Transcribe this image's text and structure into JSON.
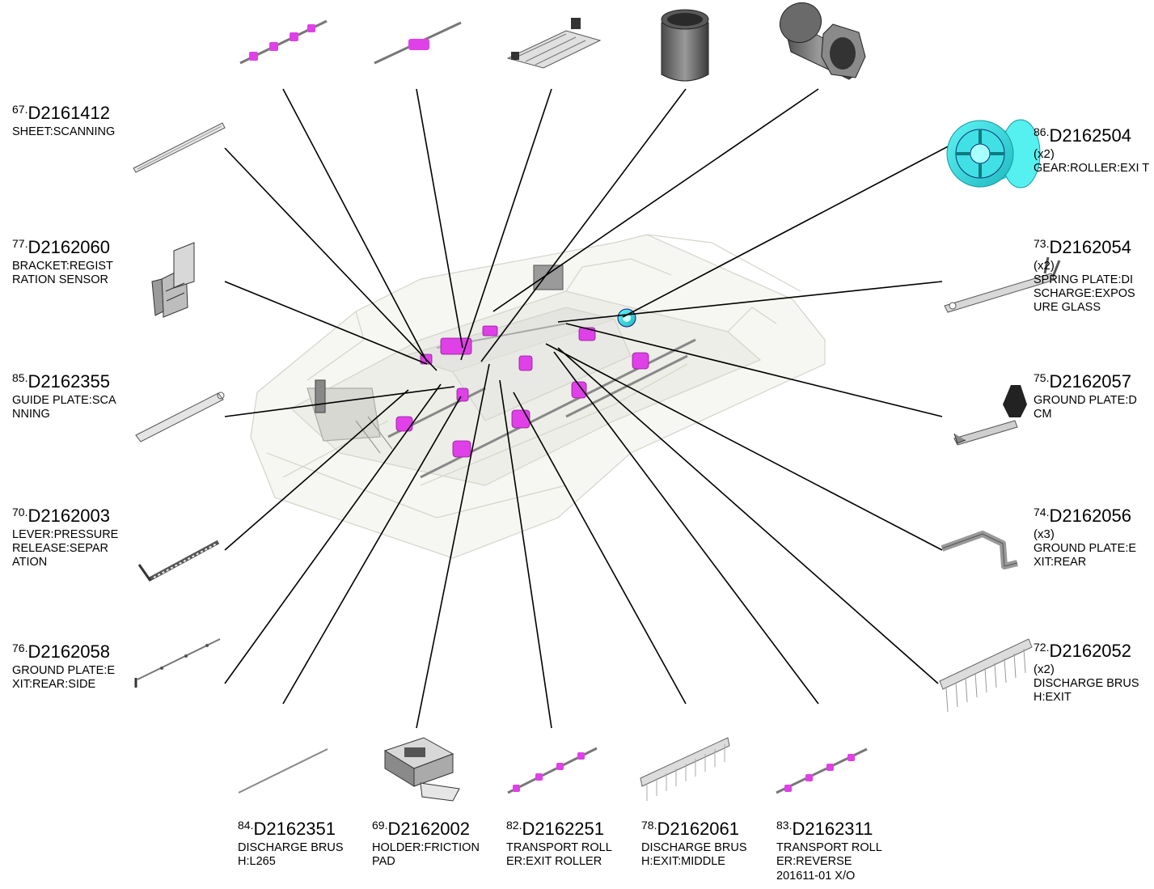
{
  "parts": [
    {
      "id": "p67",
      "num": "67.",
      "code": "D2161412",
      "qty": "",
      "desc": "SHEET:SCANNING"
    },
    {
      "id": "p77",
      "num": "77.",
      "code": "D2162060",
      "qty": "",
      "desc": "BRACKET:REGIST RATION SENSOR"
    },
    {
      "id": "p85",
      "num": "85.",
      "code": "D2162355",
      "qty": "",
      "desc": "GUIDE PLATE:SCA NNING"
    },
    {
      "id": "p70",
      "num": "70.",
      "code": "D2162003",
      "qty": "",
      "desc": "LEVER:PRESSURE RELEASE:SEPAR ATION"
    },
    {
      "id": "p76",
      "num": "76.",
      "code": "D2162058",
      "qty": "",
      "desc": "GROUND PLATE:E XIT:REAR:SIDE"
    },
    {
      "id": "p86",
      "num": "86.",
      "code": "D2162504",
      "qty": "(x2)",
      "desc": "GEAR:ROLLER:EXI T"
    },
    {
      "id": "p73",
      "num": "73.",
      "code": "D2162054",
      "qty": "(x2)",
      "desc": "SPRING PLATE:DI SCHARGE:EXPOS URE GLASS"
    },
    {
      "id": "p75",
      "num": "75.",
      "code": "D2162057",
      "qty": "",
      "desc": "GROUND PLATE:D CM"
    },
    {
      "id": "p74",
      "num": "74.",
      "code": "D2162056",
      "qty": "(x3)",
      "desc": "GROUND PLATE:E XIT:REAR"
    },
    {
      "id": "p72",
      "num": "72.",
      "code": "D2162052",
      "qty": "(x2)",
      "desc": "DISCHARGE BRUS H:EXIT"
    },
    {
      "id": "p84",
      "num": "84.",
      "code": "D2162351",
      "qty": "",
      "desc": "DISCHARGE BRUS H:L265"
    },
    {
      "id": "p69",
      "num": "69.",
      "code": "D2162002",
      "qty": "",
      "desc": "HOLDER:FRICTION PAD"
    },
    {
      "id": "p82",
      "num": "82.",
      "code": "D2162251",
      "qty": "",
      "desc": "TRANSPORT ROLL ER:EXIT ROLLER"
    },
    {
      "id": "p78",
      "num": "78.",
      "code": "D2162061",
      "qty": "",
      "desc": "DISCHARGE BRUS H:EXIT:MIDDLE"
    },
    {
      "id": "p83",
      "num": "83.",
      "code": "D2162311",
      "qty": "",
      "desc": "TRANSPORT ROLL ER:REVERSE"
    }
  ],
  "footer": {
    "code": "201611-01 X/O"
  },
  "colors": {
    "highlight": "#e040e8",
    "gear": "#29e0e0",
    "leader": "#000000",
    "assembly": "#d9d9d2"
  }
}
